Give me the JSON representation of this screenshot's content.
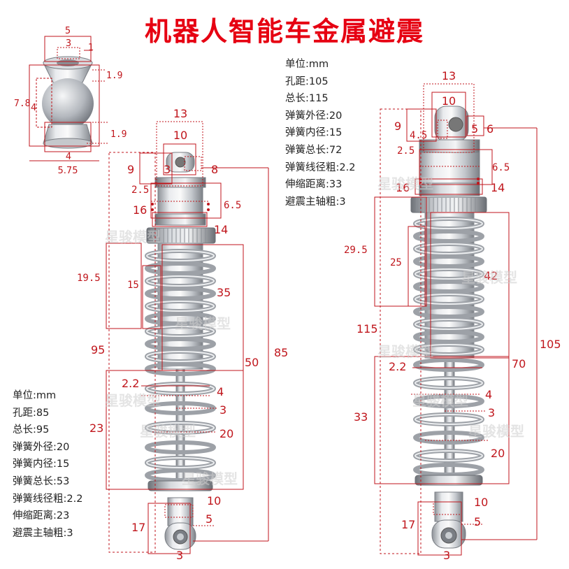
{
  "title": "机器人智能车金属避震",
  "colors": {
    "dim_line": "#c0161c",
    "title": "#e60012",
    "metal": "#b8bcc2"
  },
  "watermark": "星骏模型",
  "ball": {
    "labels": {
      "top_outer": "5",
      "top_inner": "3",
      "top_right": "1",
      "upper_right": "1.9",
      "height": "7.8",
      "inner_height": "4",
      "lower_right": "1.9",
      "bottom_inner": "4",
      "bottom_outer": "5.75"
    }
  },
  "left_shock": {
    "specs": [
      "单位:mm",
      "孔距:85",
      "总长:95",
      "弹簧外径:20",
      "弹簧内径:15",
      "弹簧总长:53",
      "弹簧线径粗:2.2",
      "伸缩距离:23",
      "避震主轴粗:3"
    ],
    "labels": {
      "top_width": "13",
      "eye_width": "10",
      "cap_left": "9",
      "hole": "3",
      "cap_right": "8",
      "collar_h": "2.5",
      "cap_h": "6.5",
      "collar_w": "16",
      "nut_w": "14",
      "spring_upper_h": "19.5",
      "spring_inner": "15",
      "body_len": "35",
      "total_len": "95",
      "spring_len": "50",
      "hole_dist": "85",
      "wire": "2.2",
      "rod_outer": "4",
      "rod": "3",
      "travel": "23",
      "spring_outer": "20",
      "bottom_eye_w": "10",
      "bottom_h": "17",
      "bottom_hole_w": "5",
      "bottom_hole": "3"
    }
  },
  "right_shock": {
    "specs": [
      "单位:mm",
      "孔距:105",
      "总长:115",
      "弹簧外径:20",
      "弹簧内径:15",
      "弹簧总长:72",
      "弹簧线径粗:2.2",
      "伸缩距离:33",
      "避震主轴粗:3"
    ],
    "labels": {
      "top_width": "13",
      "eye_width": "10",
      "cap_left": "9",
      "hole_inner": "4.5",
      "hole_w": "5",
      "cap_right": "6",
      "collar_h": "2.5",
      "cap_h": "6.5",
      "collar_w": "16",
      "nut_w": "14",
      "spring_upper_h": "29.5",
      "spring_inner": "25",
      "body_len": "42",
      "total_len": "115",
      "spring_len": "70",
      "hole_dist": "105",
      "wire": "2.2",
      "rod_outer": "4",
      "rod": "3",
      "travel": "33",
      "spring_outer": "20",
      "bottom_eye_w": "10",
      "bottom_h": "17",
      "bottom_hole_w": "5",
      "bottom_hole": "3"
    }
  }
}
